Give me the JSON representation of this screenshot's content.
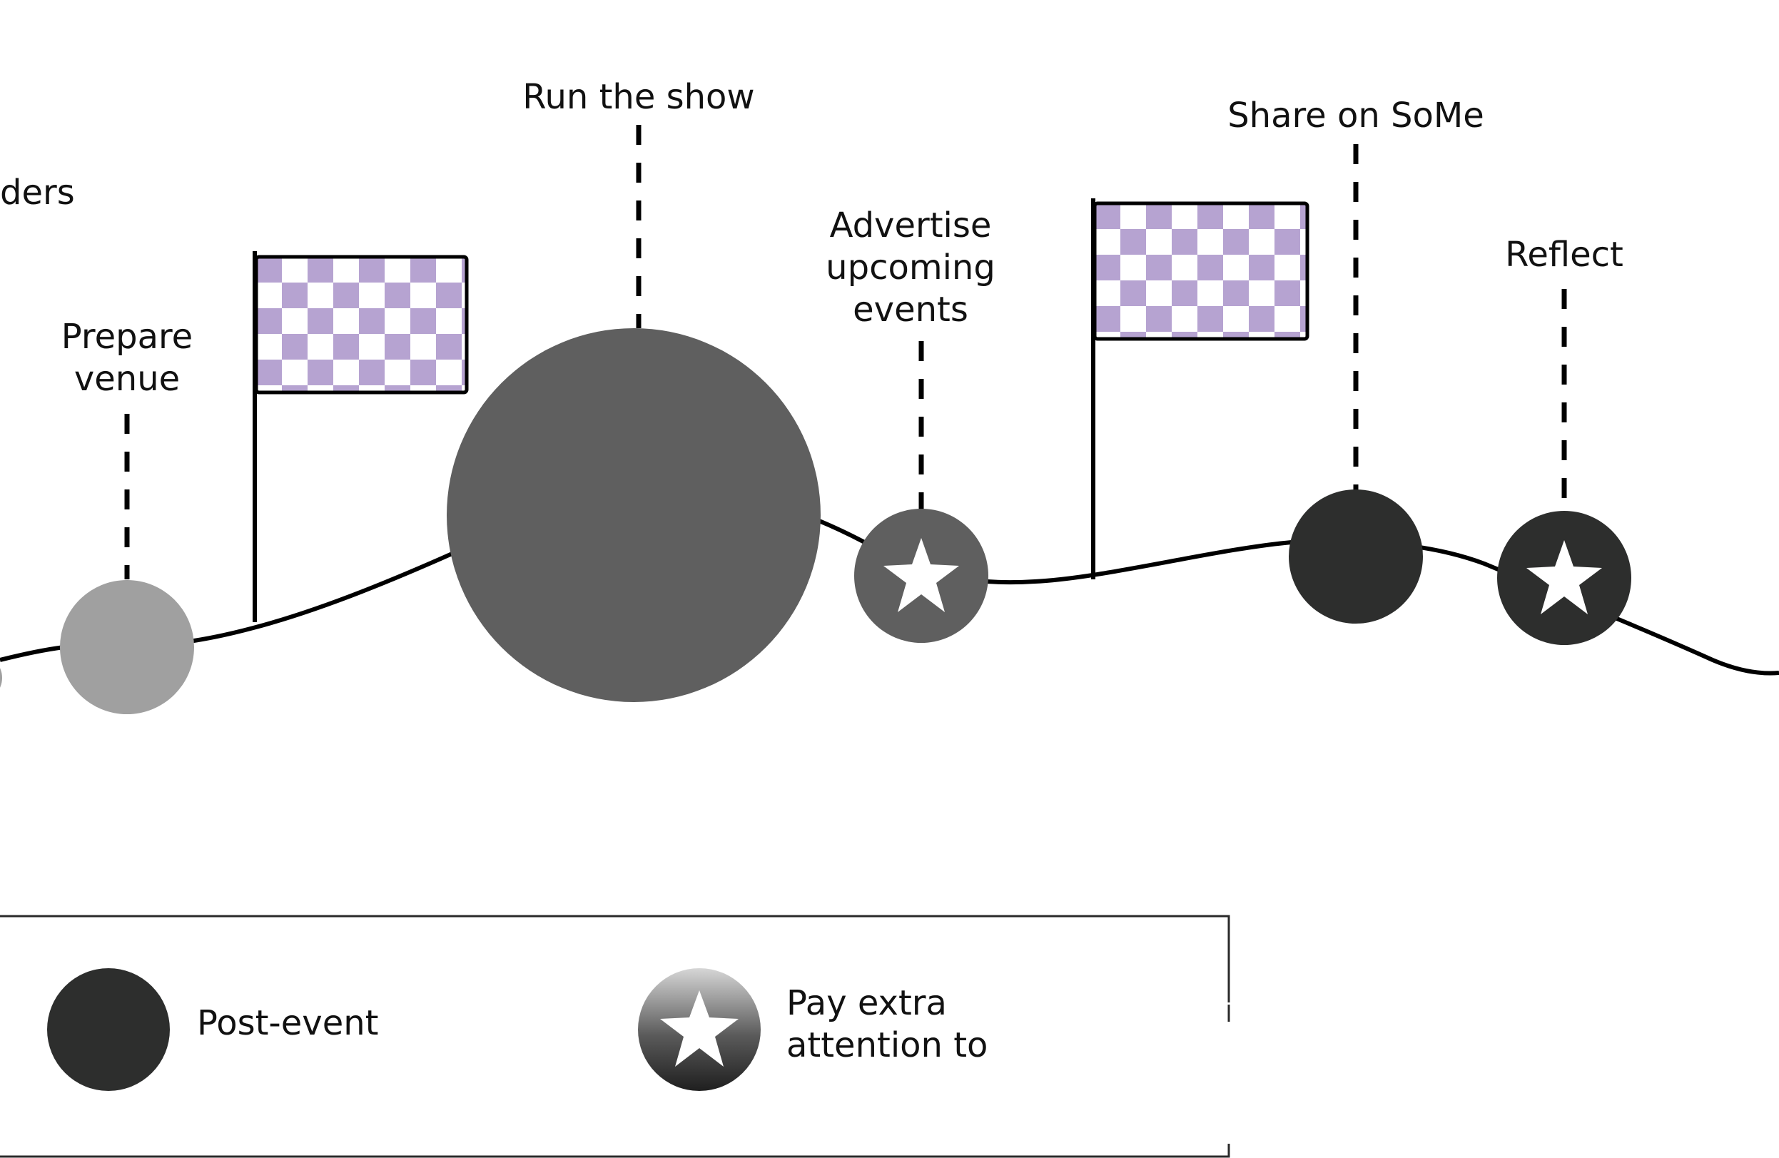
{
  "colors": {
    "background": "#ffffff",
    "line": "#000000",
    "pre_event": "#a0a0a0",
    "event": "#5f5f5f",
    "post_event": "#2d2e2d",
    "flag_check": "#b6a3d1",
    "star": "#ffffff"
  },
  "milestones": {
    "partial_label": "ders",
    "prepare_venue": [
      "Prepare",
      "venue"
    ],
    "run_the_show": "Run the show",
    "advertise": [
      "Advertise",
      "upcoming",
      "events"
    ],
    "share_on_some": "Share on SoMe",
    "reflect": "Reflect"
  },
  "legend": {
    "post_event_label": "Post-event",
    "attention_label": [
      "Pay extra",
      "attention to"
    ],
    "post_event_icon": "filled-circle",
    "attention_icon": "star-circle"
  }
}
